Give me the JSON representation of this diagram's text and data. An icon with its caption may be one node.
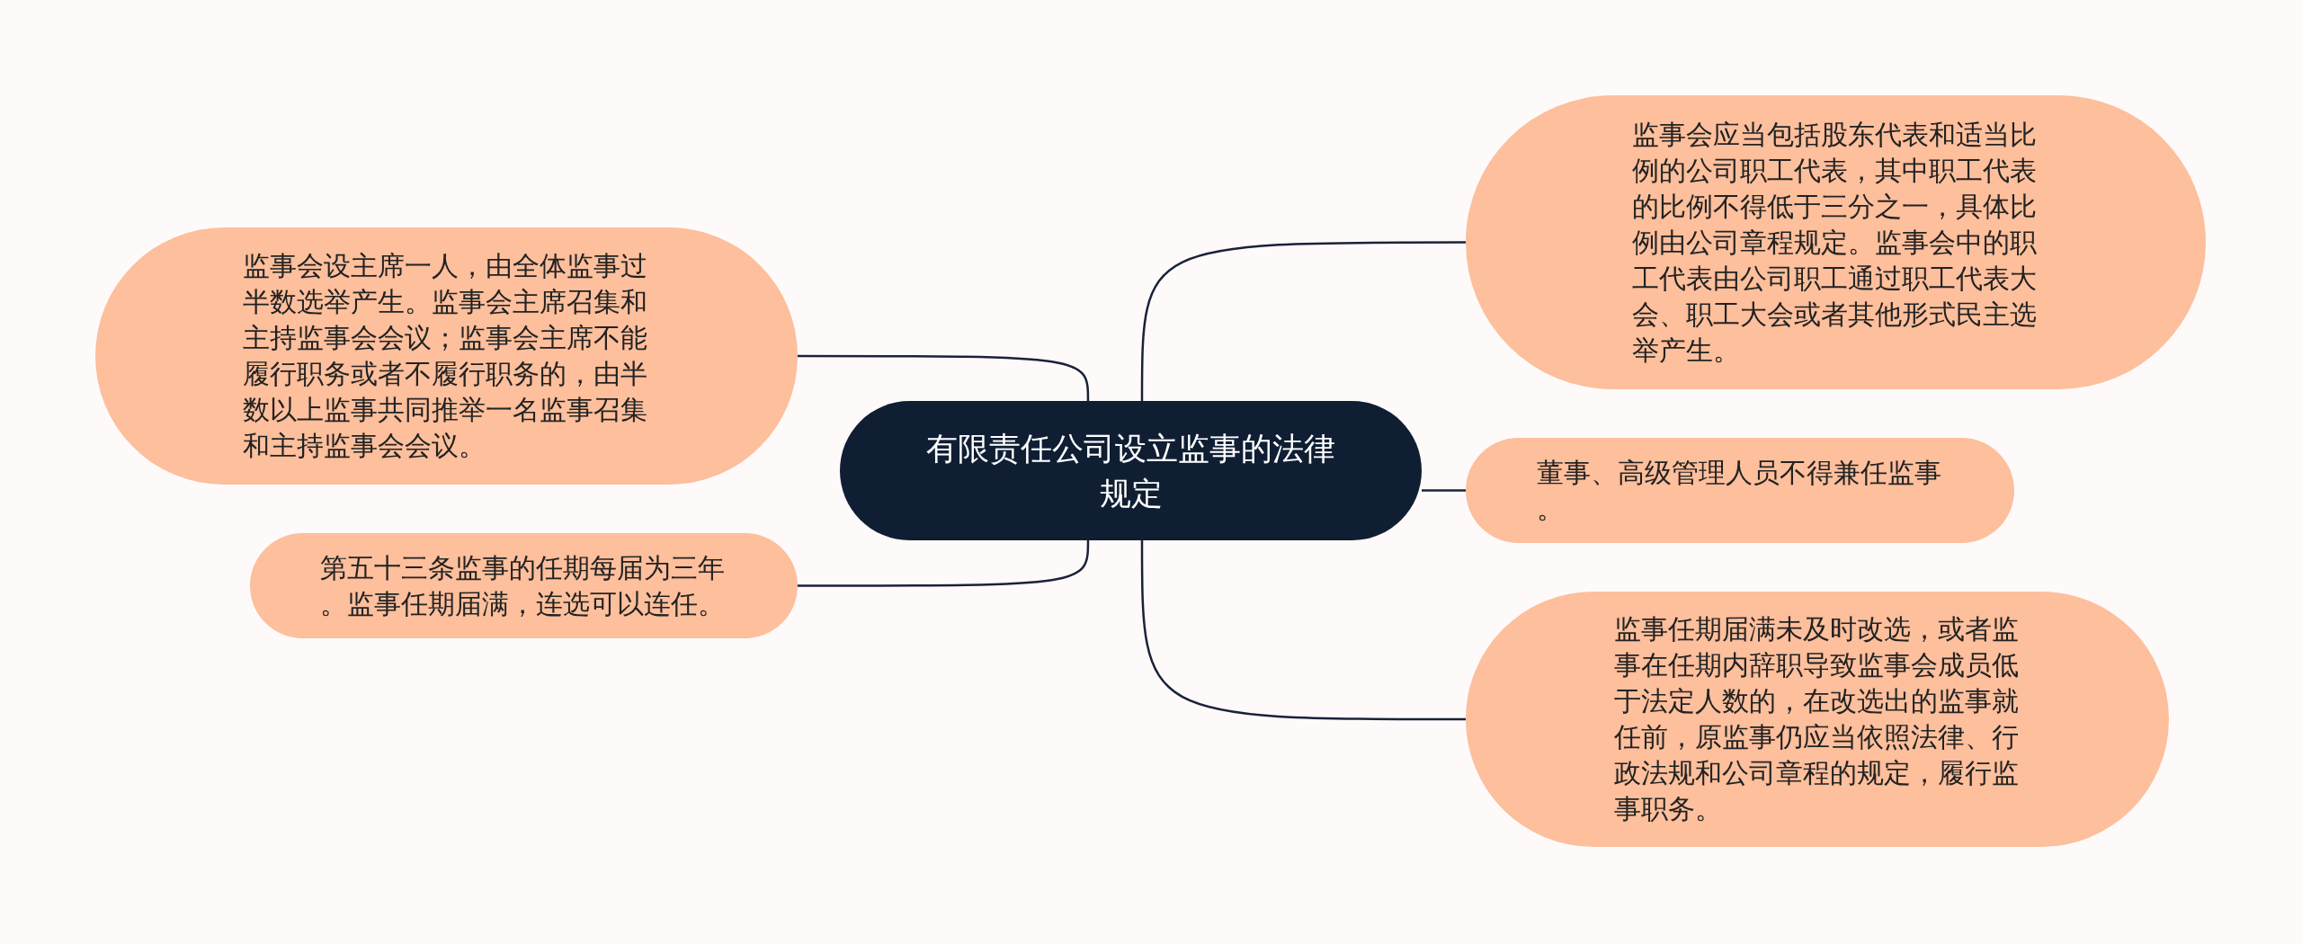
{
  "diagram": {
    "nodes": [
      {
        "text": [
          "有限责任公司设立监事的法律规定"
        ]
      },
      {
        "text": [
          "监事会设主席一人，由全体监事过半数选举产生。监事会主席召集和主持监事会会议；监事会主席不能履行职务或者不履行职务的，由半数以上监事共同推举一名监事召集和主持监事会会议。"
        ]
      },
      {
        "text": [
          "第五十三条监事的任期每届为三年。监事任期届满，连选可以连任。"
        ]
      },
      {
        "text": [
          "监事会应当包括股东代表和适当比例的公司职工代表，其中职工代表的比例不得低于三分之一，具体比例由公司章程规定。监事会中的职工代表由公司职工通过职工代表大会、职工大会或者其他形式民主选举产生。"
        ]
      },
      {
        "text": [
          "董事、高级管理人员不得兼任监事。"
        ]
      },
      {
        "text": [
          "监事任期届满未及时改选，或者监事在任期内辞职导致监事会成员低于法定人数的，在改选出的监事就任前，原监事仍应当依照法律、行政法规和公司章程的规定，履行监事职务。"
        ]
      }
    ],
    "edges": [
      {
        "from": 0,
        "to": 1,
        "arrow": "none"
      },
      {
        "from": 0,
        "to": 2,
        "arrow": "none"
      },
      {
        "from": 0,
        "to": 3,
        "arrow": "none"
      },
      {
        "from": 0,
        "to": 4,
        "arrow": "none"
      },
      {
        "from": 0,
        "to": 5,
        "arrow": "none"
      }
    ]
  }
}
